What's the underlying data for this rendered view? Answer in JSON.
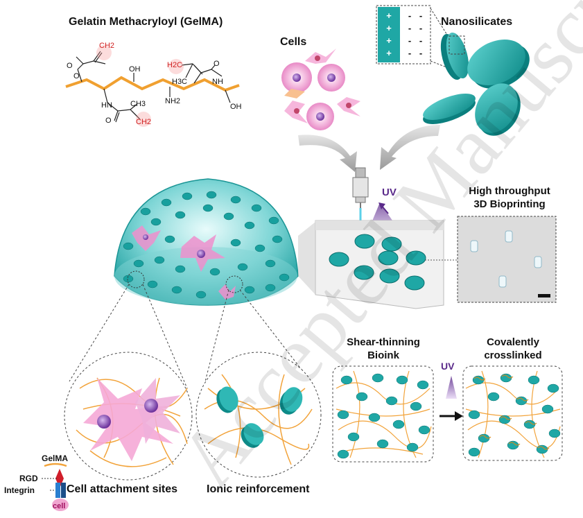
{
  "title_gelma": "Gelatin Methacryloyl (GelMA)",
  "label_cells": "Cells",
  "label_nanosilicates": "Nanosilicates",
  "label_uv_top": "UV",
  "label_high_throughput": "High throughput",
  "label_3d_bioprinting": "3D Bioprinting",
  "label_shear_thinning": "Shear-thinning",
  "label_bioink": "Bioink",
  "label_covalently": "Covalently",
  "label_crosslinked": "crosslinked",
  "label_uv_bottom": "UV",
  "label_cell_attachment": "Cell attachment sites",
  "label_ionic_reinforcement": "Ionic reinforcement",
  "legend_gelma": "GelMA",
  "legend_rgd": "RGD",
  "legend_integrin": "Integrin",
  "legend_cell": "cell",
  "chem": {
    "o1": "O",
    "o2": "O",
    "oh1": "OH",
    "ch2_1": "CH2",
    "h2c": "H2C",
    "h3c": "H3C",
    "o3": "O",
    "nh1": "NH",
    "nh2": "NH2",
    "hn": "HN",
    "ch3": "CH3",
    "o4": "O",
    "ch2_2": "CH2",
    "oh2": "OH"
  },
  "watermark": "Accepted Manuscript",
  "colors": {
    "teal": "#1fa7a5",
    "teal_dark": "#0b6f6e",
    "fiber": "#f2a33a",
    "cell_pink": "#f3a9d8",
    "uv_purple": "#7b3fa0"
  }
}
